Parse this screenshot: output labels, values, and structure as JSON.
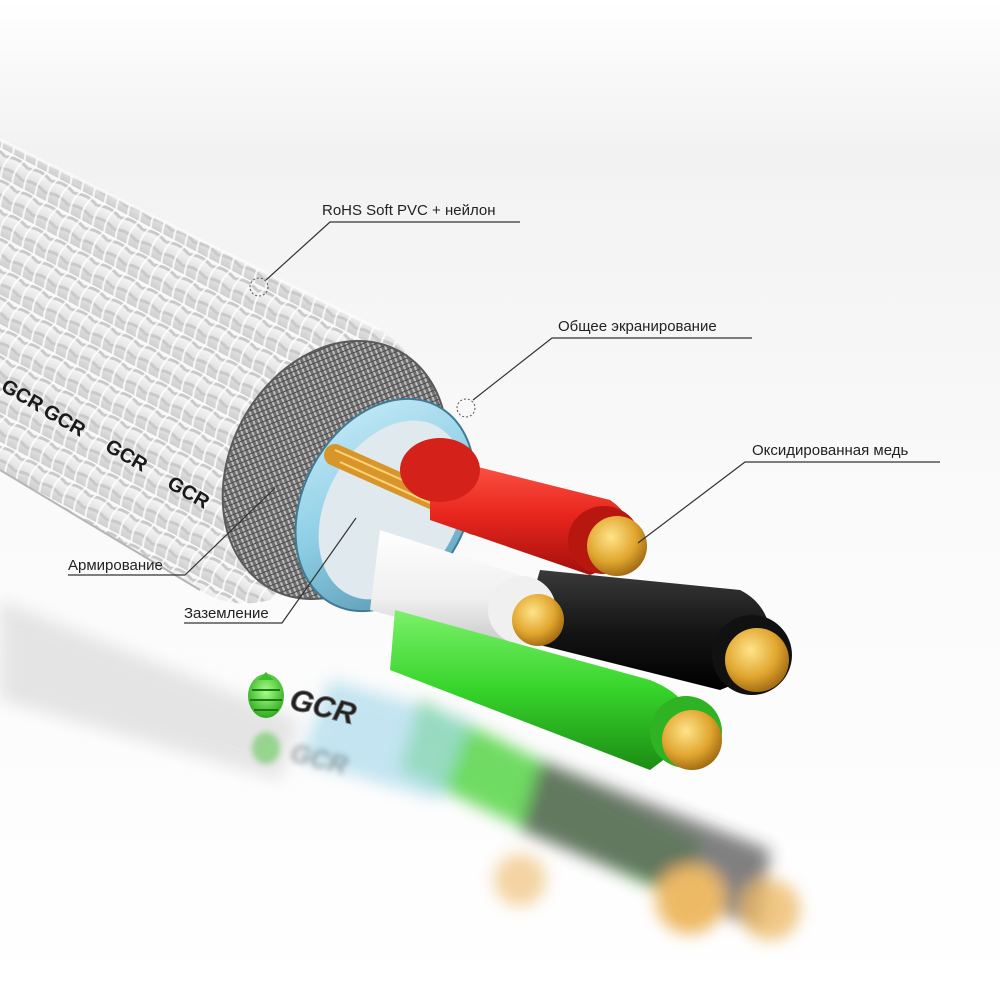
{
  "callouts": {
    "jacket": "RoHS Soft PVC + нейлон",
    "shield": "Общее экранирование",
    "copper": "Оксидированная медь",
    "braid": "Армирование",
    "ground": "Заземление"
  },
  "brand": {
    "jacket_mark": "GCR",
    "logo_text": "GCR"
  },
  "colors": {
    "red_wire": "#e8261e",
    "black_wire": "#151515",
    "white_wire": "#f4f4f4",
    "green_wire": "#36d42a",
    "shield_blue": "#8ecfe6",
    "copper": "#e0a52e",
    "braid": "#7c7c7c",
    "jacket": "#e9e9e9"
  }
}
